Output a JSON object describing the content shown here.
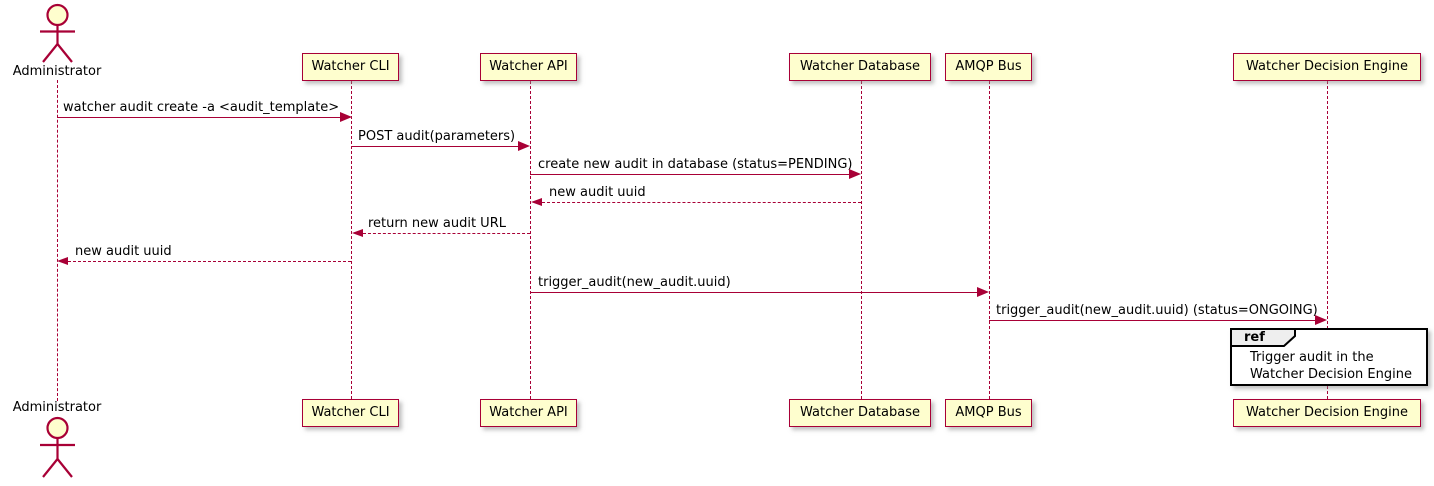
{
  "diagram": {
    "kind": "uml-sequence-diagram",
    "colors": {
      "participant_fill": "#FEFECE",
      "participant_border": "#A80036",
      "arrow_color": "#A80036",
      "lifeline_color": "#A80036",
      "text_color": "#000000",
      "ref_border": "#000000",
      "ref_fill": "#FFFFFF",
      "ref_tab_fill": "#EEEEEE"
    },
    "participants": [
      {
        "name": "Administrator",
        "type": "actor"
      },
      {
        "name": "Watcher CLI",
        "type": "participant"
      },
      {
        "name": "Watcher API",
        "type": "participant"
      },
      {
        "name": "Watcher Database",
        "type": "participant"
      },
      {
        "name": "AMQP Bus",
        "type": "participant"
      },
      {
        "name": "Watcher Decision Engine",
        "type": "participant"
      }
    ],
    "messages": [
      {
        "label": "watcher audit create -a <audit_template>",
        "from": "Administrator",
        "to": "Watcher CLI",
        "style": "solid"
      },
      {
        "label": "POST audit(parameters)",
        "from": "Watcher CLI",
        "to": "Watcher API",
        "style": "solid"
      },
      {
        "label": "create new audit in database (status=PENDING)",
        "from": "Watcher API",
        "to": "Watcher Database",
        "style": "solid"
      },
      {
        "label": "new audit uuid",
        "from": "Watcher Database",
        "to": "Watcher API",
        "style": "dashed"
      },
      {
        "label": "return new audit URL",
        "from": "Watcher API",
        "to": "Watcher CLI",
        "style": "dashed"
      },
      {
        "label": "new audit uuid",
        "from": "Watcher CLI",
        "to": "Administrator",
        "style": "dashed"
      },
      {
        "label": "trigger_audit(new_audit.uuid)",
        "from": "Watcher API",
        "to": "AMQP Bus",
        "style": "solid"
      },
      {
        "label": "trigger_audit(new_audit.uuid) (status=ONGOING)",
        "from": "AMQP Bus",
        "to": "Watcher Decision Engine",
        "style": "solid"
      }
    ],
    "ref": {
      "keyword": "ref",
      "over": "Watcher Decision Engine",
      "line1": "Trigger audit in the",
      "line2": "Watcher Decision Engine"
    }
  }
}
